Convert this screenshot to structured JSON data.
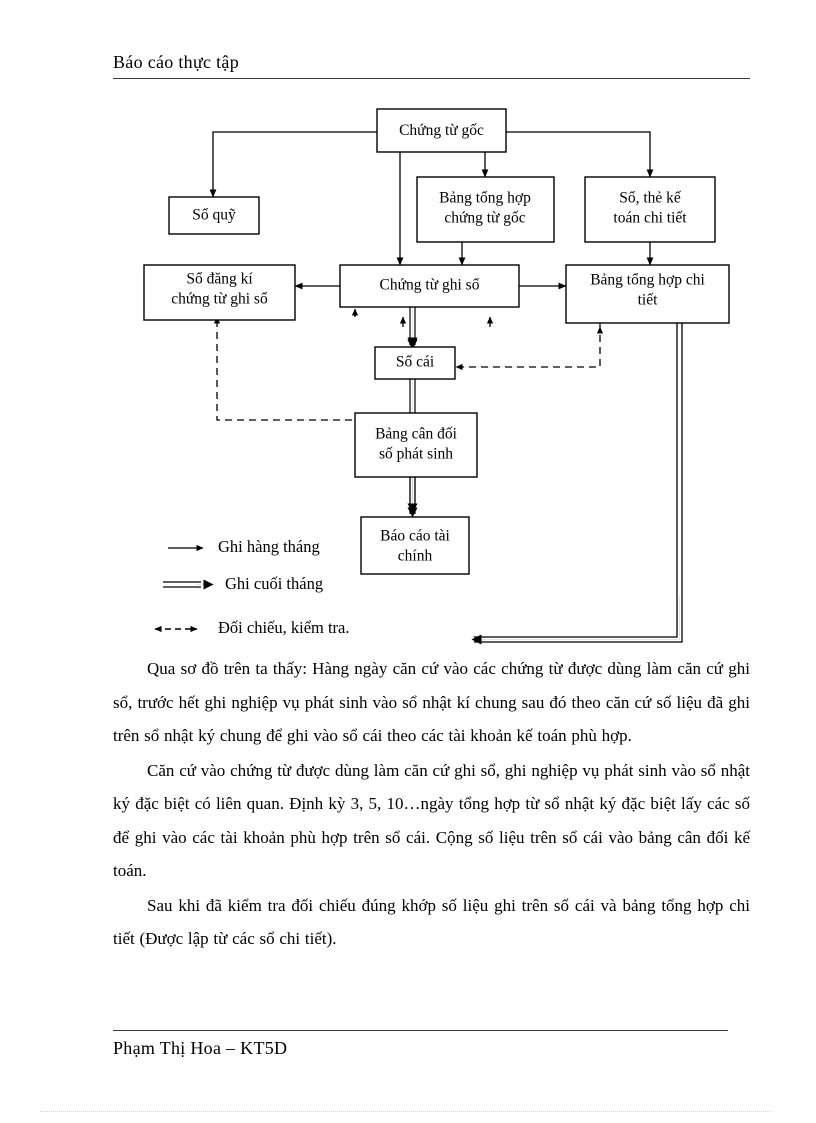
{
  "header": {
    "title": "Báo cáo thực tập"
  },
  "diagram": {
    "nodes": [
      {
        "id": "chung-tu-goc",
        "label": "Chứng từ gốc"
      },
      {
        "id": "so-quy",
        "label": "Sổ quỹ"
      },
      {
        "id": "bang-tong-hop-ctg",
        "label_line1": "Bảng tổng hợp",
        "label_line2": "chứng từ gốc"
      },
      {
        "id": "so-the-ke-toan",
        "label_line1": "Sổ, thẻ kế",
        "label_line2": "toán chi tiết"
      },
      {
        "id": "so-dang-ki",
        "label_line1": "Sổ đăng kí",
        "label_line2": "chứng từ ghi sổ"
      },
      {
        "id": "chung-tu-ghi-so",
        "label": "Chứng từ ghi sổ"
      },
      {
        "id": "bang-tong-hop-ct",
        "label_line1": "Bảng tổng hợp chi",
        "label_line2": "tiết"
      },
      {
        "id": "so-cai",
        "label": "Sổ cái"
      },
      {
        "id": "bang-can-doi",
        "label_line1": "Bảng cân đối",
        "label_line2": "số phát sinh"
      },
      {
        "id": "bao-cao-tai-chinh",
        "label_line1": "Báo cáo tài",
        "label_line2": "chính"
      }
    ],
    "legend": [
      {
        "id": "ghi-hang-thang",
        "label": "Ghi hàng tháng",
        "style": "thin-arrow"
      },
      {
        "id": "ghi-cuoi-thang",
        "label": "Ghi cuối tháng",
        "style": "double-arrow"
      },
      {
        "id": "doi-chieu",
        "label": "Đối chiếu, kiểm tra.",
        "style": "dashed-double-headed"
      }
    ],
    "colors": {
      "line": "#000000",
      "box_border": "#000000",
      "box_fill": "#ffffff"
    }
  },
  "body": {
    "paragraphs": [
      "Qua sơ đồ trên ta thấy: Hàng ngày căn cứ vào các chứng từ được dùng làm căn cứ ghi sổ, trước hết ghi nghiệp vụ phát sinh vào sổ nhật kí chung sau đó theo căn cứ số liệu đã ghi trên sổ nhật ký chung để ghi vào sổ cái theo các tài khoản kế toán phù hợp.",
      "Căn cứ vào chứng từ được dùng làm căn cứ ghi sổ, ghi nghiệp vụ phát sinh vào sổ nhật ký đặc biệt có liên quan. Định kỳ 3, 5, 10…ngày tổng hợp từ sổ nhật ký đặc biệt lấy các số để ghi vào các tài khoản phù hợp trên sổ cái. Cộng số liệu trên sổ cái vào bảng cân đối kế toán.",
      "Sau khi đã kiểm tra đối chiếu đúng khớp số liệu ghi trên sổ cái và bảng tổng hợp chi tiết (Được lập từ các sổ chi tiết)."
    ]
  },
  "footer": {
    "title": "Phạm Thị Hoa – KT5D"
  }
}
